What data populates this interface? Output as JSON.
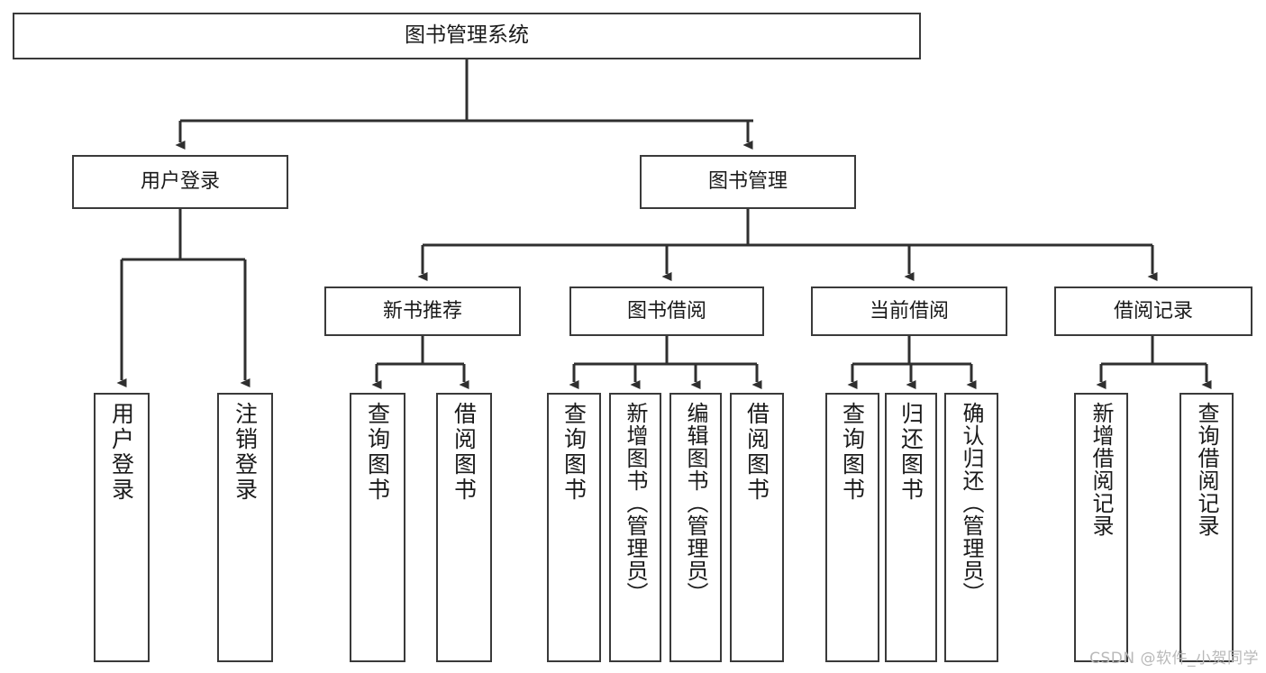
{
  "diagram": {
    "title": "图书管理系统",
    "type": "功能结构图",
    "watermark": "CSDN @软件_小贺同学",
    "colors": {
      "stroke": "#3a3a3a",
      "fill": "#ffffff",
      "text": "#1a1a1a",
      "watermark": "#b9b9b9"
    }
  },
  "root": {
    "label": "图书管理系统"
  },
  "level2": [
    {
      "label": "用户登录"
    },
    {
      "label": "图书管理"
    }
  ],
  "level3": [
    {
      "label": "新书推荐"
    },
    {
      "label": "图书借阅"
    },
    {
      "label": "当前借阅"
    },
    {
      "label": "借阅记录"
    }
  ],
  "leaves": {
    "user_login": [
      {
        "label": "用户登录"
      },
      {
        "label": "注销登录"
      }
    ],
    "new_book": [
      {
        "label": "查询图书"
      },
      {
        "label": "借阅图书"
      }
    ],
    "book_borrow": [
      {
        "label": "查询图书"
      },
      {
        "label": "新增图书（管理员）"
      },
      {
        "label": "编辑图书（管理员）"
      },
      {
        "label": "借阅图书"
      }
    ],
    "current_borrow": [
      {
        "label": "查询图书"
      },
      {
        "label": "归还图书"
      },
      {
        "label": "确认归还（管理员）"
      }
    ],
    "borrow_record": [
      {
        "label": "新增借阅记录"
      },
      {
        "label": "查询借阅记录"
      }
    ]
  }
}
